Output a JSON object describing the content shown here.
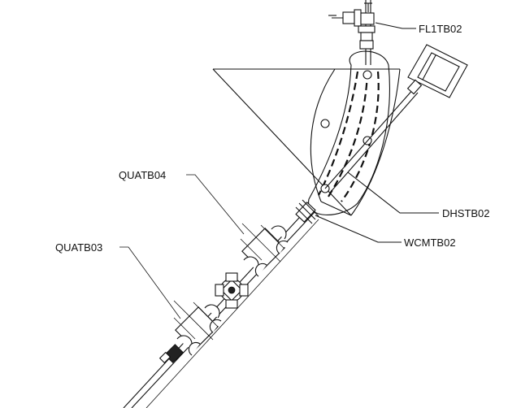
{
  "labels": {
    "fl1tb02": "FL1TB02",
    "dhstb02": "DHSTB02",
    "wcmtb02": "WCMTB02",
    "quatb04": "QUATB04",
    "quatb03": "QUATB03"
  }
}
